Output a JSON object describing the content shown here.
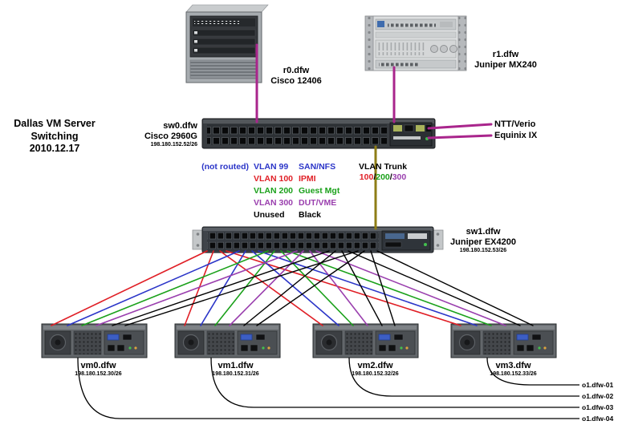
{
  "title": {
    "lines": [
      "Dallas VM Server",
      "Switching",
      "2010.12.17"
    ]
  },
  "routers": {
    "r0": {
      "name": "r0.dfw",
      "model": "Cisco 12406"
    },
    "r1": {
      "name": "r1.dfw",
      "model": "Juniper MX240"
    }
  },
  "switches": {
    "sw0": {
      "name": "sw0.dfw",
      "model": "Cisco 2960G",
      "ip": "198.180.152.52/26"
    },
    "sw1": {
      "name": "sw1.dfw",
      "model": "Juniper EX4200",
      "ip": "198.180.152.53/26"
    }
  },
  "servers": [
    {
      "name": "vm0.dfw",
      "ip": "198.180.152.30/26"
    },
    {
      "name": "vm1.dfw",
      "ip": "198.180.152.31/26"
    },
    {
      "name": "vm2.dfw",
      "ip": "198.180.152.32/26"
    },
    {
      "name": "vm3.dfw",
      "ip": "198.180.152.33/26"
    }
  ],
  "uplinks": {
    "ntt": "NTT/Verio",
    "equinix": "Equinix IX"
  },
  "legend": {
    "not_routed": "(not routed)",
    "rows": [
      {
        "vlan": "VLAN 99",
        "use": "SAN/NFS",
        "color": "#2b35c8"
      },
      {
        "vlan": "VLAN 100",
        "use": "IPMI",
        "color": "#e01f26"
      },
      {
        "vlan": "VLAN 200",
        "use": "Guest Mgt",
        "color": "#1ba11b"
      },
      {
        "vlan": "VLAN 300",
        "use": "DUT/VME",
        "color": "#9a3fae"
      },
      {
        "vlan": "Unused",
        "use": "Black",
        "color": "#000000"
      }
    ]
  },
  "trunk": {
    "label": "VLAN Trunk",
    "parts": [
      "100",
      "200",
      "300"
    ],
    "sep": "/"
  },
  "external_links": [
    "o1.dfw-01",
    "o1.dfw-02",
    "o1.dfw-03",
    "o1.dfw-04"
  ],
  "colors": {
    "uplink": "#a9258c",
    "trunk": "#8e7d16",
    "vlan99": "#2b35c8",
    "vlan100": "#e01f26",
    "vlan200": "#1ba11b",
    "vlan300": "#9a3fae",
    "unused": "#000000"
  }
}
